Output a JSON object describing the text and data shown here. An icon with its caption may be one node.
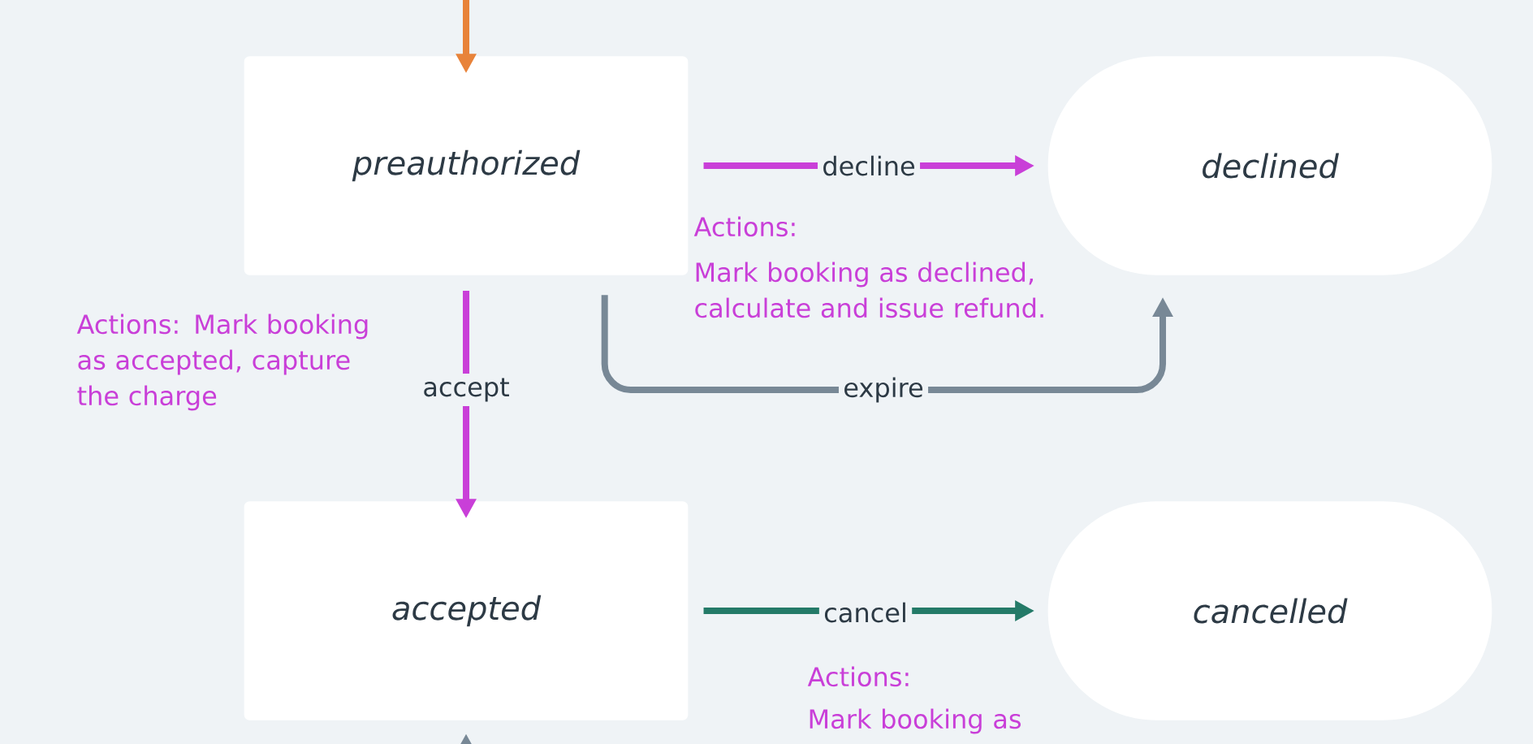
{
  "diagram": {
    "nodes": [
      {
        "text": [
          "preauthorized"
        ]
      },
      {
        "text": [
          "declined"
        ]
      },
      {
        "text": [
          "accepted"
        ]
      },
      {
        "text": [
          "cancelled"
        ]
      }
    ],
    "edges": [
      {
        "from": null,
        "to": 0,
        "arrow": "to",
        "color": "#e8833a"
      },
      {
        "from": 0,
        "to": 1,
        "arrow": "to",
        "label": "decline",
        "color": "#c93fd8"
      },
      {
        "from": 0,
        "to": 2,
        "arrow": "to",
        "label": "accept",
        "color": "#c93fd8"
      },
      {
        "from": 0,
        "to": 1,
        "arrow": "to",
        "label": "expire",
        "color": "#788896"
      },
      {
        "from": 2,
        "to": 3,
        "arrow": "to",
        "label": "cancel",
        "color": "#247a68"
      },
      {
        "from": null,
        "to": 2,
        "arrow": "to",
        "color": "#788896"
      }
    ],
    "labels": [
      "Actions: Mark booking as accepted, capture the charge",
      "Actions:",
      "Mark booking as declined, calculate and issue refund.",
      "Actions:",
      "Mark booking as"
    ]
  }
}
